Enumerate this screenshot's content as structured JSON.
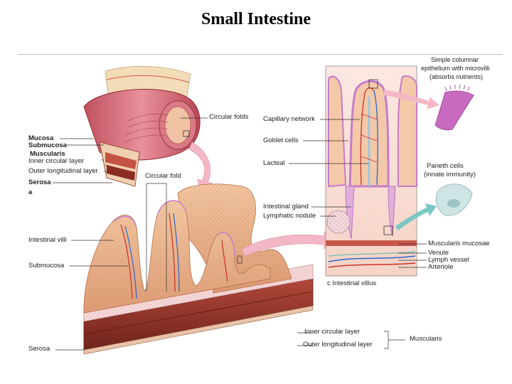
{
  "title": "Small Intestine",
  "labels": {
    "circular_folds": "Circular folds",
    "mucosa": "Mucosa",
    "submucosa_a": "Submucosa",
    "muscularis_a": "Muscularis",
    "inner_circular_layer_a": "Inner circular layer",
    "outer_longitudinal_layer_a": "Outer longitudinal layer",
    "serosa_a": "Serosa",
    "panel_a": "a",
    "circular_fold": "Circular fold",
    "intestinal_villi": "Intestinal villi",
    "submucosa_b": "Submucosa",
    "serosa_b": "Serosa",
    "inner_circular_layer_b": "Inner circular layer",
    "outer_longitudinal_layer_b": "Outer longitudinal layer",
    "muscularis_b": "Muscularis",
    "simple_columnar_1": "Simple columnar",
    "simple_columnar_2": "epithelium with microvilli",
    "simple_columnar_3": "(absorbs nutrients)",
    "capillary_network": "Capillary network",
    "goblet_cells": "Goblet cells",
    "lacteal": "Lacteal",
    "paneth_1": "Paneth cells",
    "paneth_2": "(innate immunity)",
    "intestinal_gland": "Intestinal gland",
    "lymphatic_nodule": "Lymphatic nodule",
    "muscularis_mucosae": "Muscularis mucosae",
    "venule": "Venule",
    "lymph_vessel": "Lymph vessel",
    "arteriole": "Arteriole",
    "panel_c": "c Intestinal villus"
  },
  "colors": {
    "tissue_light": "#f2c7a0",
    "tissue_mid": "#e5a47a",
    "tissue_pink": "#e8a0a8",
    "muscle": "#a33b2f",
    "muscle_dark": "#7e2a22",
    "epithelium": "#c57cc8",
    "arrow_pink": "#f3b8c5",
    "arrow_teal": "#7cc7c4",
    "capillary_red": "#c9302c",
    "vessel_blue": "#2c66c9"
  }
}
